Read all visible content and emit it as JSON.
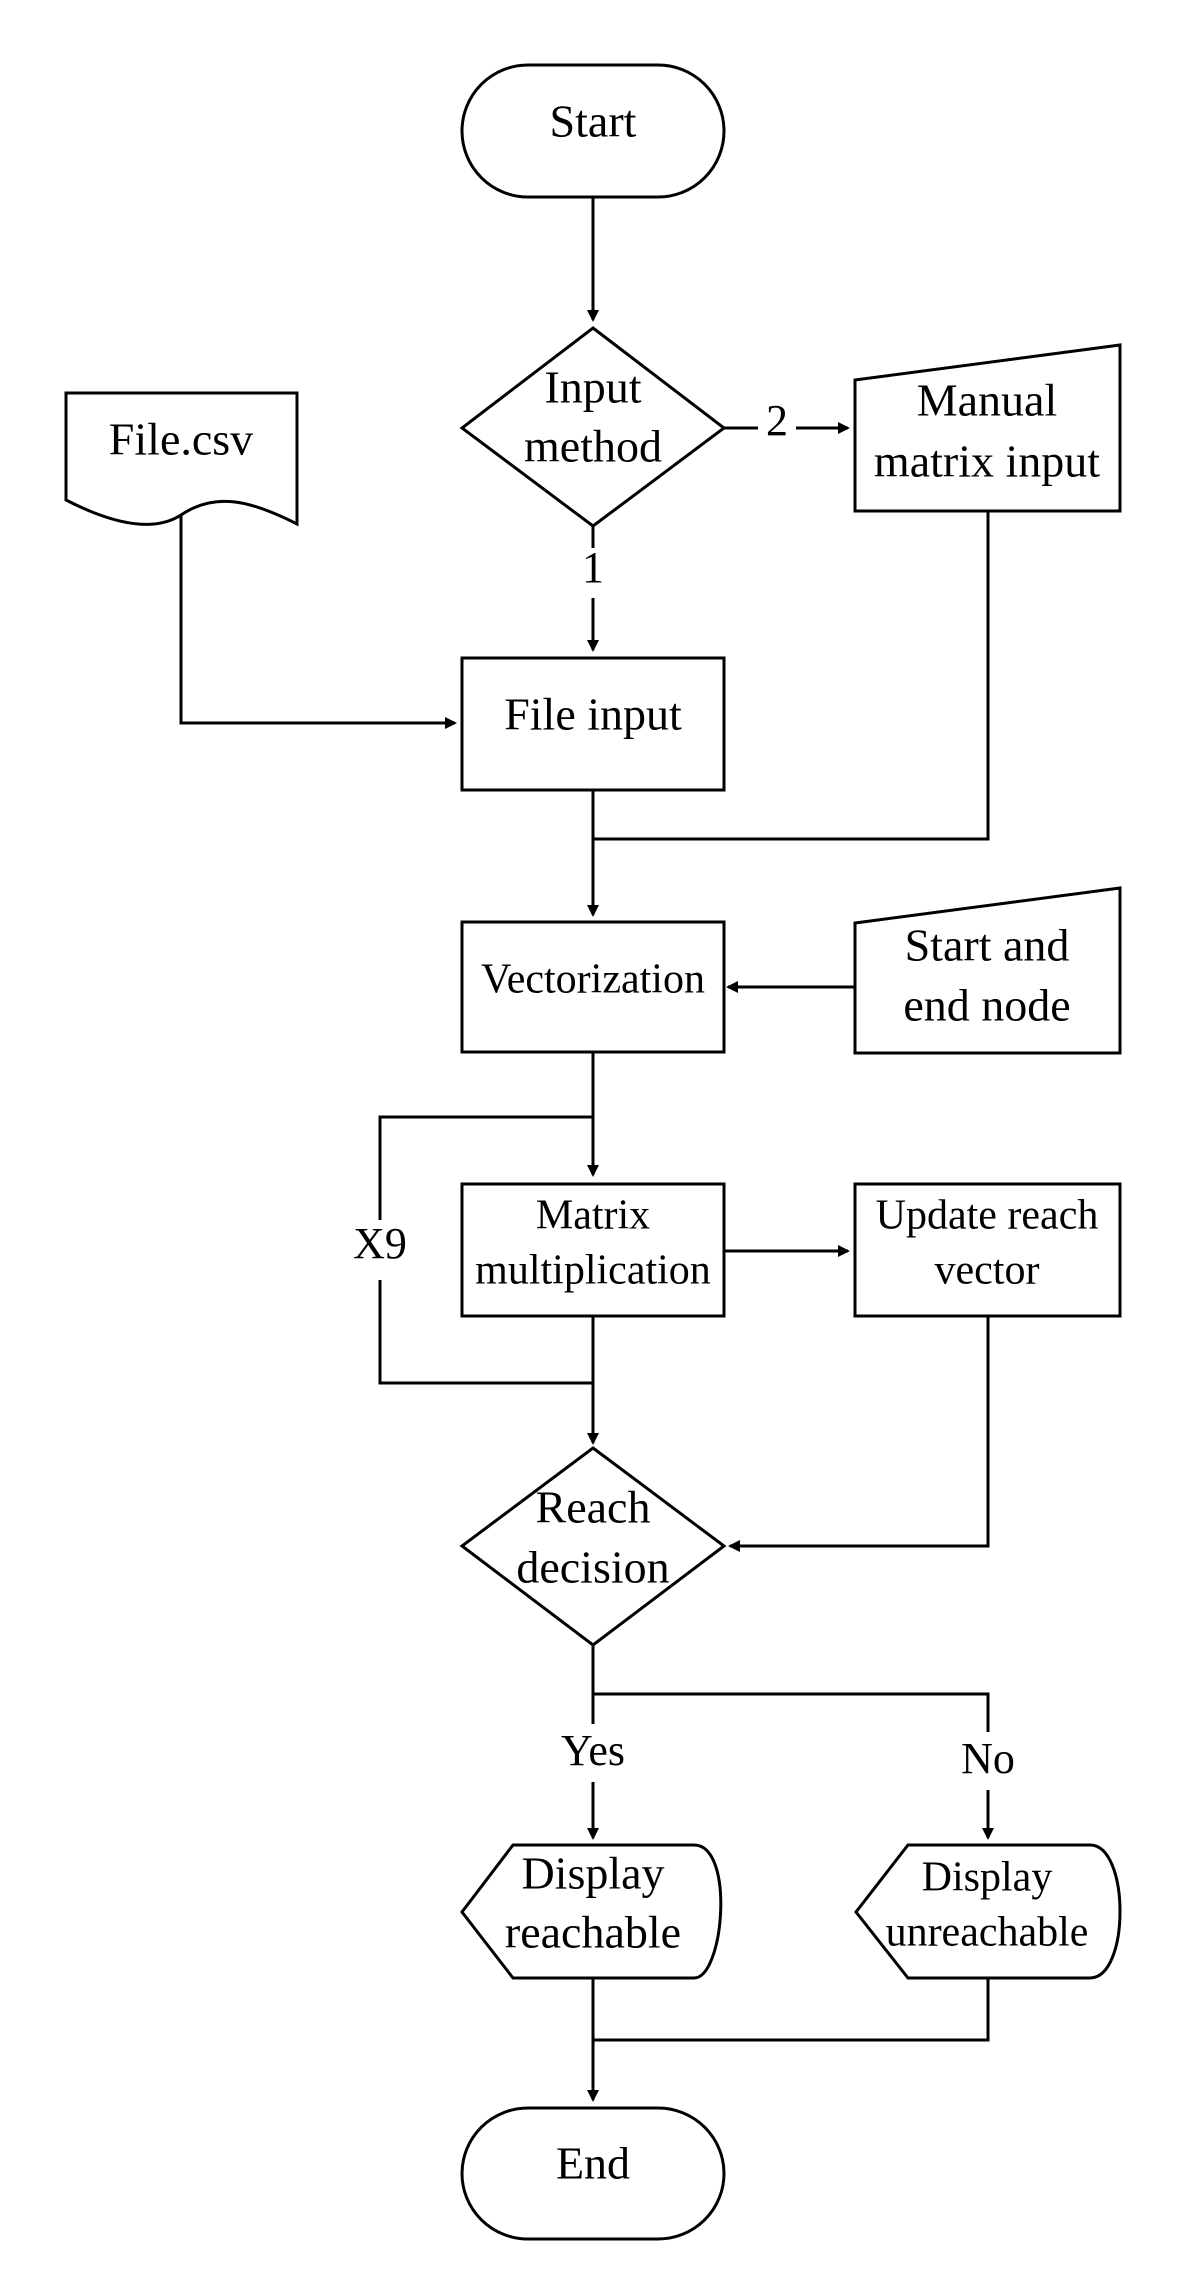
{
  "nodes": {
    "start": {
      "type": "terminator",
      "label": "Start"
    },
    "input_method": {
      "type": "decision",
      "lines": [
        "Input",
        "method"
      ]
    },
    "file_csv": {
      "type": "document",
      "label": "File.csv"
    },
    "manual_input": {
      "type": "manual-input",
      "lines": [
        "Manual",
        "matrix input"
      ]
    },
    "file_input": {
      "type": "process",
      "label": "File input"
    },
    "vectorization": {
      "type": "process",
      "label": "Vectorization"
    },
    "start_end_node": {
      "type": "manual-input",
      "lines": [
        "Start and",
        "end node"
      ]
    },
    "matrix_mult": {
      "type": "process",
      "lines": [
        "Matrix",
        "multiplication"
      ]
    },
    "update_reach": {
      "type": "process",
      "lines": [
        "Update reach",
        "vector"
      ]
    },
    "reach_decision": {
      "type": "decision",
      "lines": [
        "Reach",
        "decision"
      ]
    },
    "display_reachable": {
      "type": "display",
      "lines": [
        "Display",
        "reachable"
      ]
    },
    "display_unreachable": {
      "type": "display",
      "lines": [
        "Display",
        "unreachable"
      ]
    },
    "end": {
      "type": "terminator",
      "label": "End"
    }
  },
  "edge_labels": {
    "option_1": "1",
    "option_2": "2",
    "loop": "X9",
    "yes": "Yes",
    "no": "No"
  },
  "colors": {
    "stroke": "#000000",
    "fill": "#ffffff",
    "text": "#000000"
  }
}
